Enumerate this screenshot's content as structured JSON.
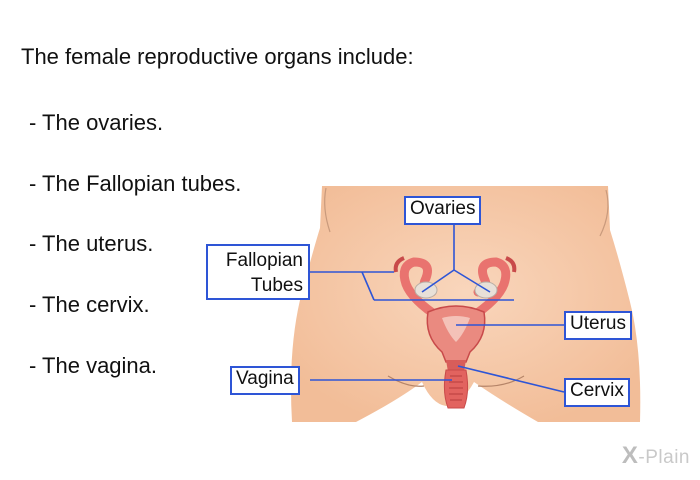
{
  "heading": "The female reproductive organs include:",
  "bullets": [
    "- The ovaries.",
    "- The Fallopian tubes.",
    "- The uterus.",
    "- The cervix.",
    "- The vagina."
  ],
  "diagram": {
    "labels": {
      "ovaries": "Ovaries",
      "fallopian_line1": "Fallopian",
      "fallopian_line2": "Tubes",
      "uterus": "Uterus",
      "vagina": "Vagina",
      "cervix": "Cervix"
    },
    "colors": {
      "skin": "#f6c9a9",
      "organ": "#e9736f",
      "organ_dark": "#c84a4a",
      "ovary": "#e8e0d8",
      "leader_line": "#2e55d6"
    }
  },
  "brand": {
    "mark": "X",
    "name": "-Plain"
  }
}
